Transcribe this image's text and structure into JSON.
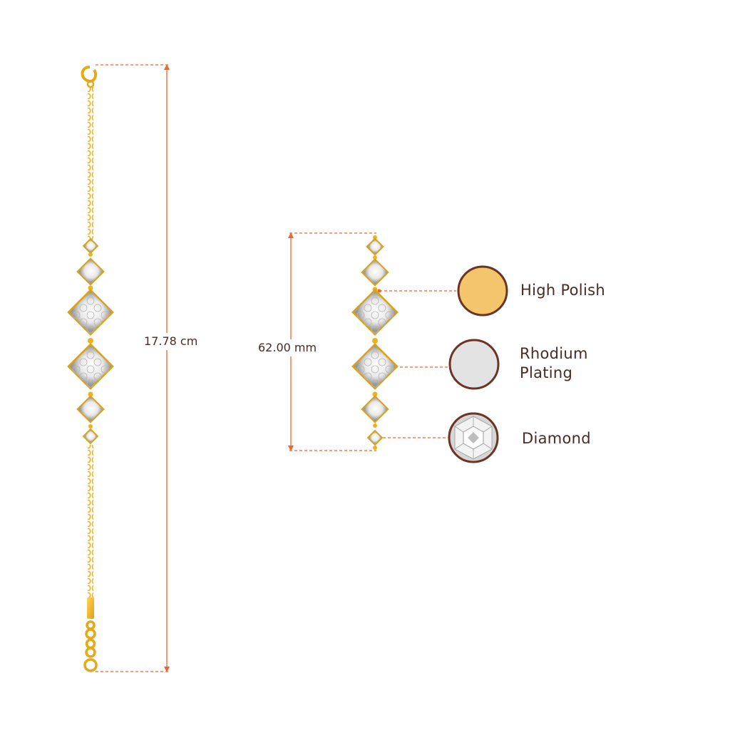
{
  "dimensions": {
    "bracelet_length": "17.78 cm",
    "motif_length": "62.00 mm"
  },
  "legend": [
    {
      "label": "High Polish",
      "swatch": "gold",
      "color": "#f4c56a"
    },
    {
      "label": "Rhodium\nPlating",
      "swatch": "rhodium",
      "color": "#e3e3e3"
    },
    {
      "label": "Diamond",
      "swatch": "diamond",
      "color": "#cfcfcf"
    }
  ],
  "colors": {
    "dimension_line": "#f0662a",
    "swatch_border": "#6a3524",
    "gold": "#f2b524",
    "text": "#4a2a22"
  }
}
